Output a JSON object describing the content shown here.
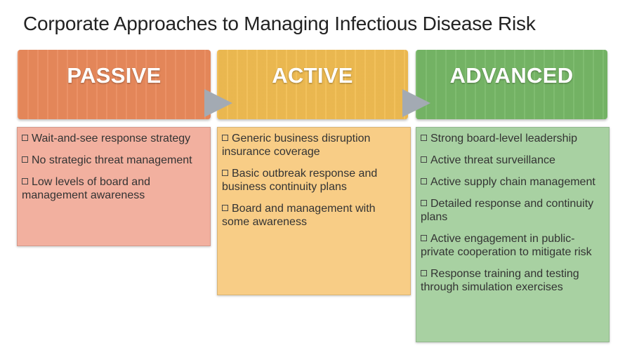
{
  "title": "Corporate Approaches to Managing Infectious Disease Risk",
  "columns": [
    {
      "heading": "PASSIVE",
      "color": "#ea8a5c",
      "items": [
        "Wait-and-see response strategy",
        "No strategic threat management",
        "Low levels of board and management awareness"
      ]
    },
    {
      "heading": "ACTIVE",
      "color": "#f1bd52",
      "items": [
        "Generic business disruption insurance coverage",
        "Basic outbreak response and business continuity plans",
        "Board and management with some awareness"
      ]
    },
    {
      "heading": "ADVANCED",
      "color": "#77b867",
      "items": [
        "Strong board-level leadership",
        "Active threat surveillance",
        "Active supply chain management",
        "Detailed response and continuity plans",
        "Active engagement in public-private cooperation to mitigate risk",
        "Response training and testing through simulation exercises"
      ]
    }
  ],
  "arrow_color": "#a3aab3"
}
